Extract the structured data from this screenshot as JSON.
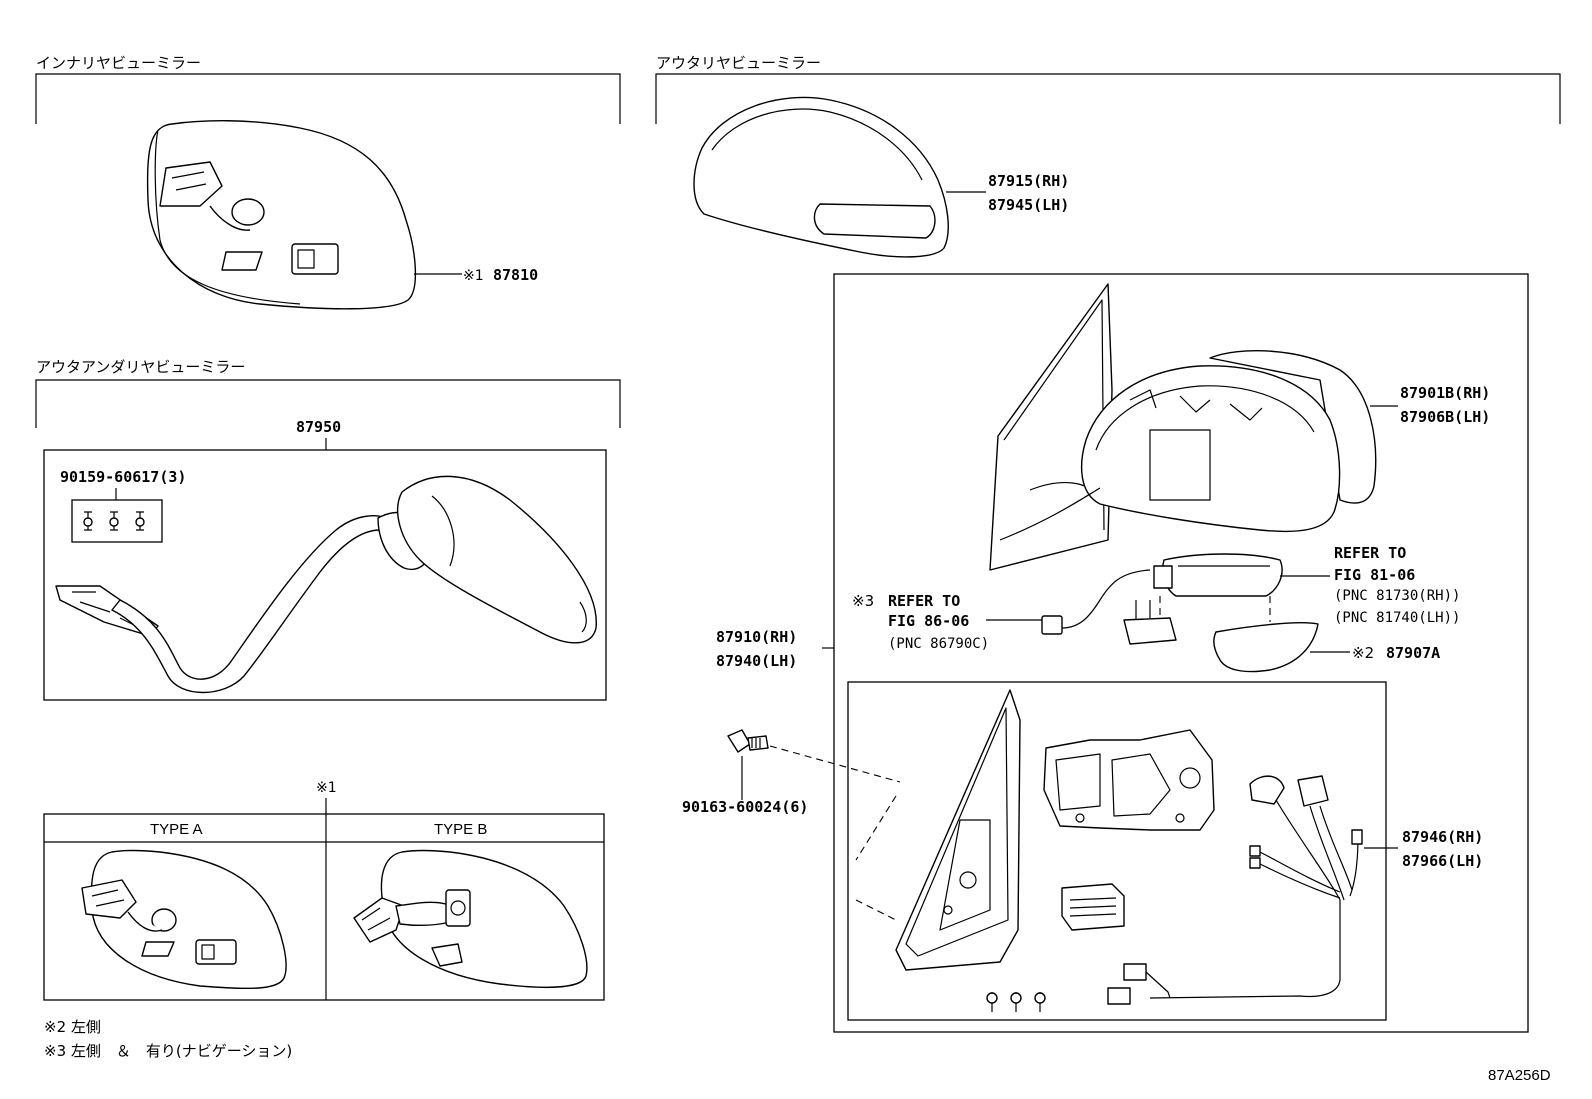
{
  "sections": {
    "inner_mirror": "インナリヤビューミラー",
    "outer_mirror": "アウタリヤビューミラー",
    "under_mirror": "アウタアンダリヤビューミラー"
  },
  "labels": {
    "p87810": "87810",
    "mark1": "※1",
    "p87950": "87950",
    "p90159": "90159-60617(3)",
    "type_a": "TYPE A",
    "type_b": "TYPE B",
    "p87915": "87915(RH)",
    "p87945": "87945(LH)",
    "p87901b": "87901B(RH)",
    "p87906b": "87906B(LH)",
    "refer1_l1": "REFER TO",
    "refer1_l2": "FIG 81-06",
    "refer1_l3": "(PNC 81730(RH))",
    "refer1_l4": "(PNC 81740(LH))",
    "refer2_mark": "※3",
    "refer2_l1": "REFER TO",
    "refer2_l2": "FIG 86-06",
    "refer2_l3": "(PNC 86790C)",
    "mark2": "※2",
    "p87907a": "87907A",
    "p87910": "87910(RH)",
    "p87940": "87940(LH)",
    "p90163": "90163-60024(6)",
    "p87946": "87946(RH)",
    "p87966": "87966(LH)"
  },
  "notes": {
    "note1": "※2 左側",
    "note2": "※3 左側　＆　有り(ナビゲーション)"
  },
  "figure_id": "87A256D"
}
